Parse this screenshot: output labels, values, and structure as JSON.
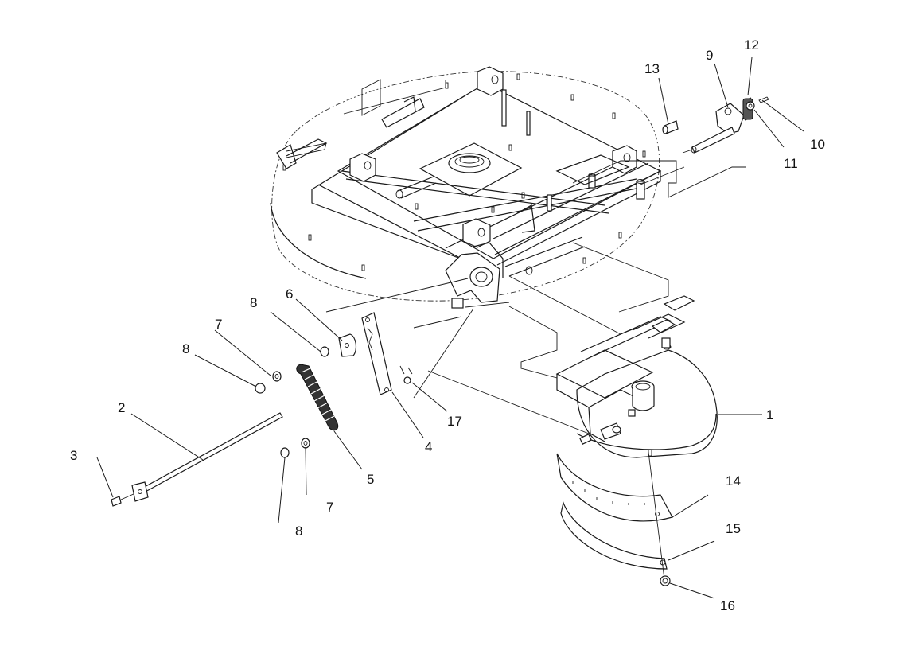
{
  "callouts": [
    {
      "id": "1",
      "label": "1"
    },
    {
      "id": "2",
      "label": "2"
    },
    {
      "id": "3",
      "label": "3"
    },
    {
      "id": "4",
      "label": "4"
    },
    {
      "id": "5",
      "label": "5"
    },
    {
      "id": "6",
      "label": "6"
    },
    {
      "id": "7a",
      "label": "7"
    },
    {
      "id": "7b",
      "label": "7"
    },
    {
      "id": "8a",
      "label": "8"
    },
    {
      "id": "8b",
      "label": "8"
    },
    {
      "id": "8c",
      "label": "8"
    },
    {
      "id": "9",
      "label": "9"
    },
    {
      "id": "10",
      "label": "10"
    },
    {
      "id": "11",
      "label": "11"
    },
    {
      "id": "12",
      "label": "12"
    },
    {
      "id": "13",
      "label": "13"
    },
    {
      "id": "14",
      "label": "14"
    },
    {
      "id": "15",
      "label": "15"
    },
    {
      "id": "16",
      "label": "16"
    },
    {
      "id": "17",
      "label": "17"
    }
  ]
}
